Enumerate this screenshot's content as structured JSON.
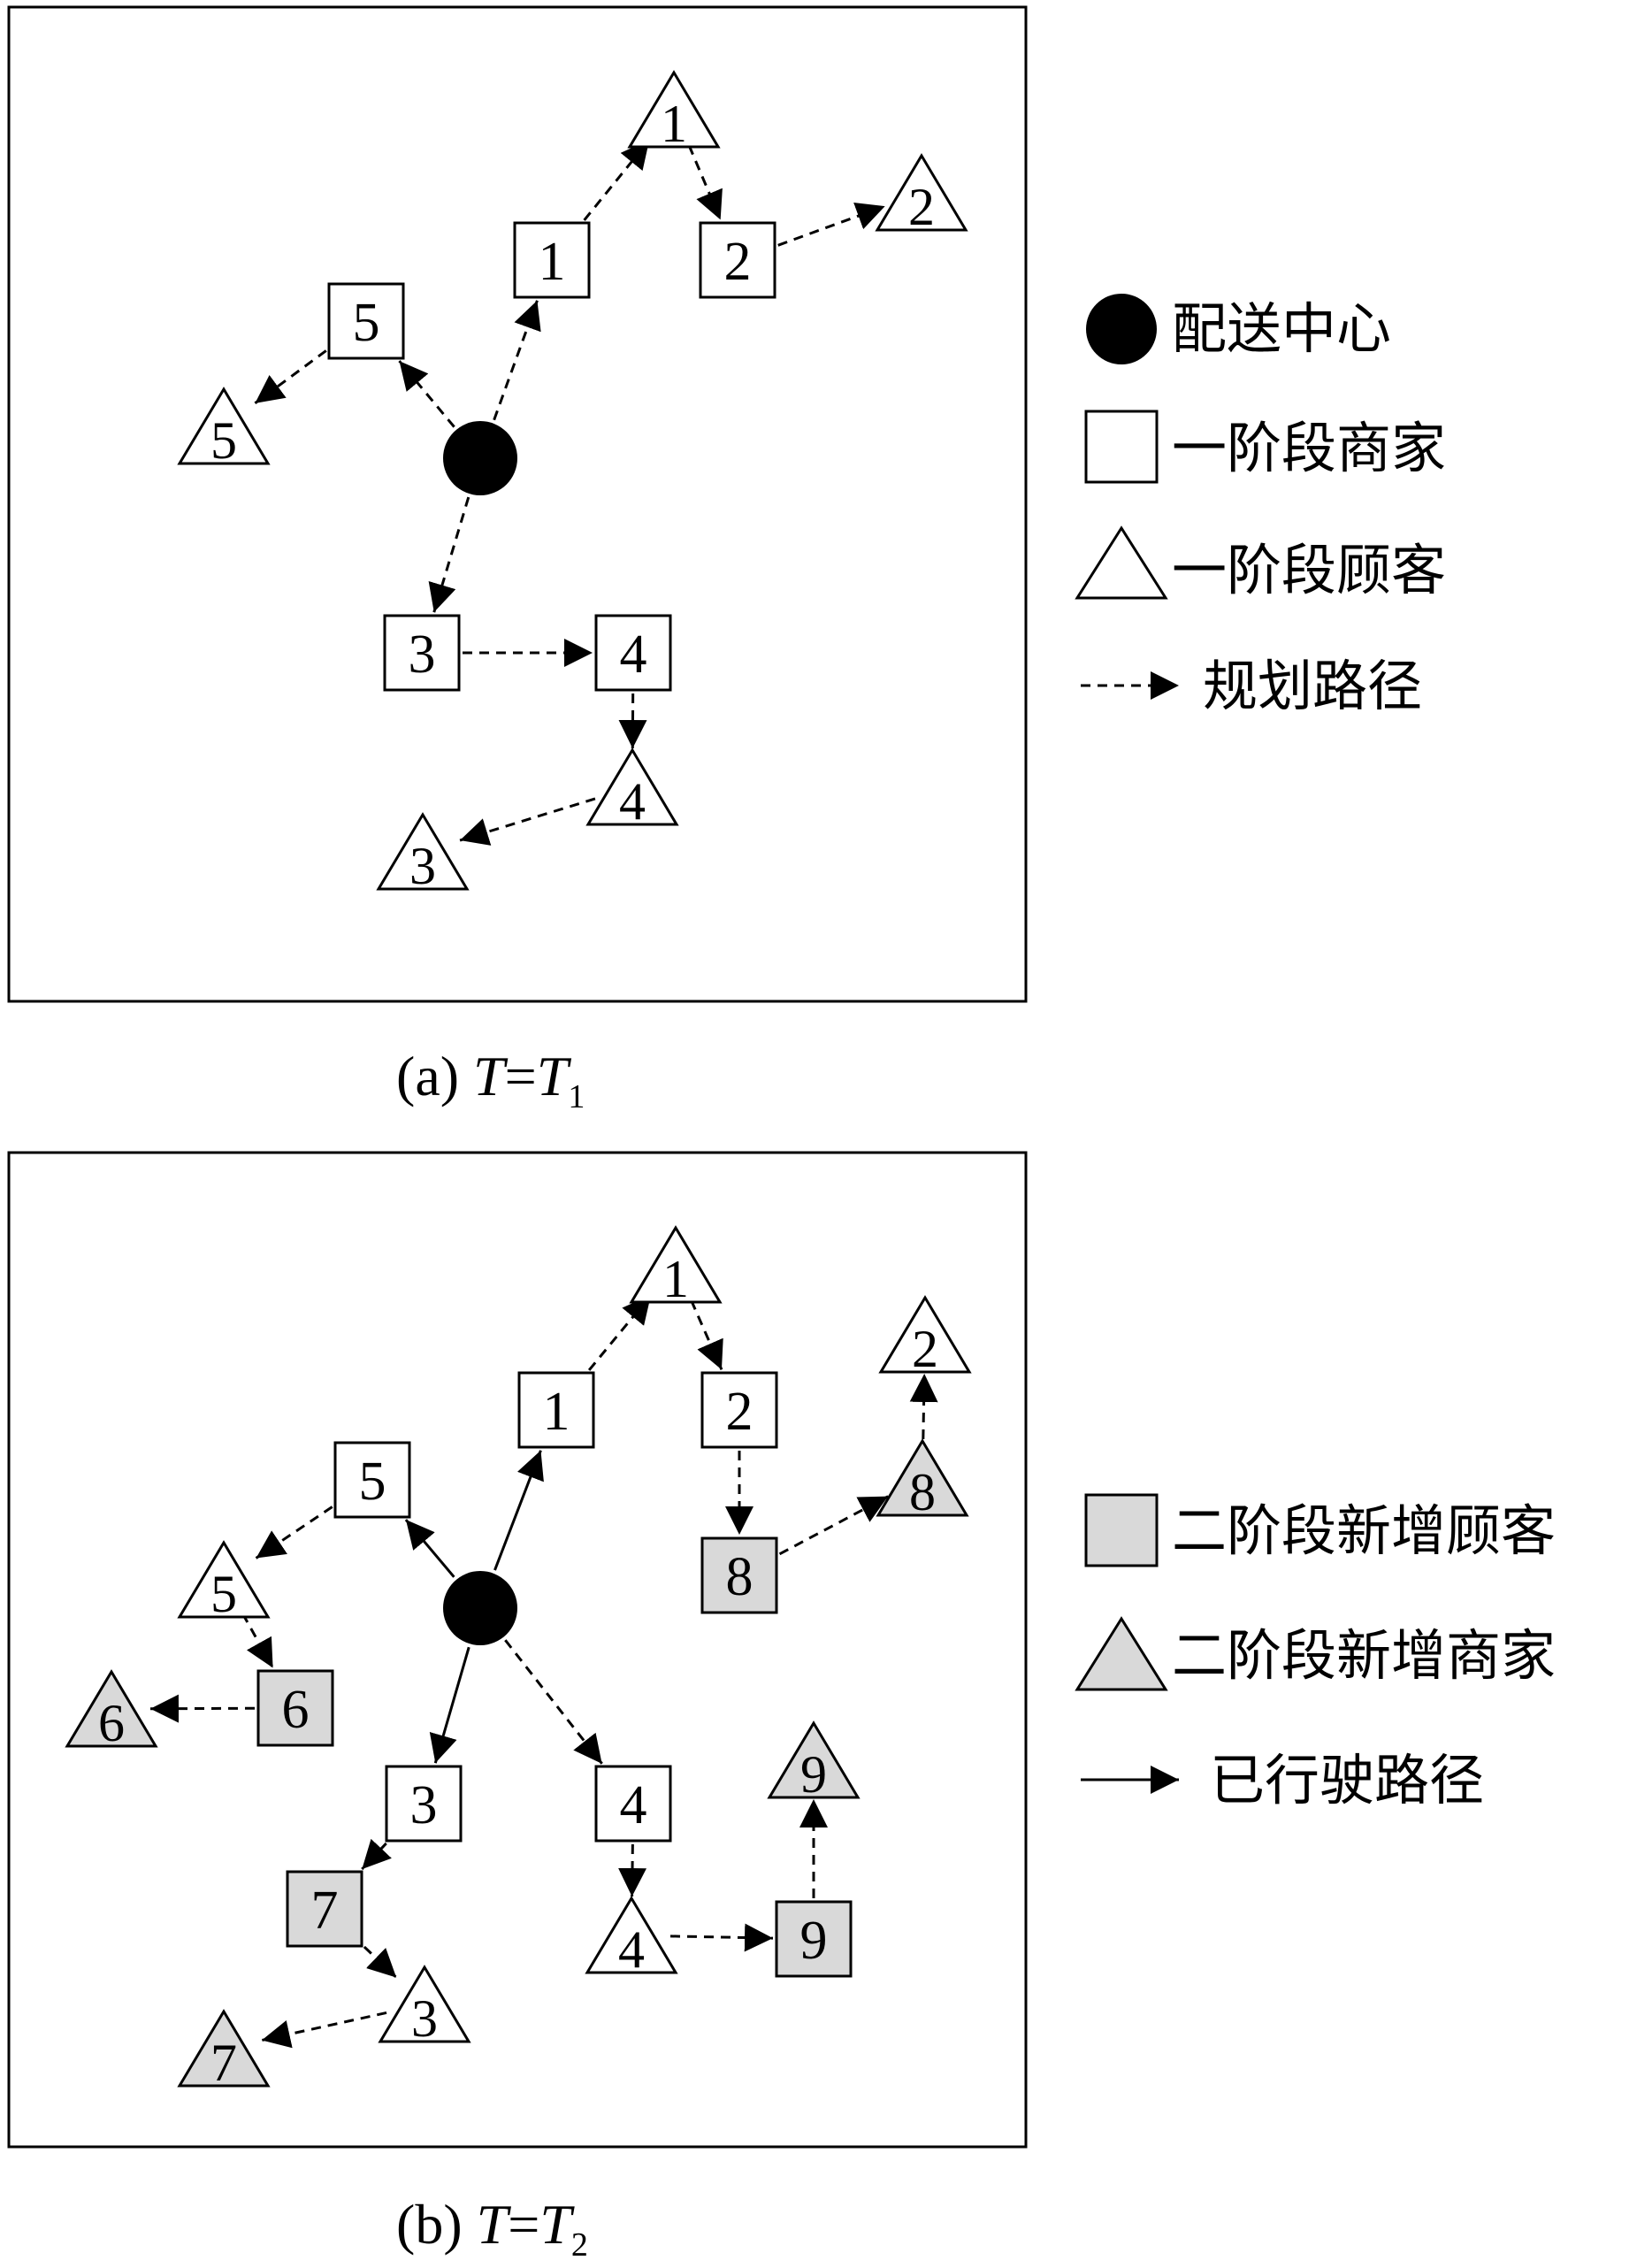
{
  "panels": [
    {
      "id": "a",
      "caption": {
        "prefix": "(a) ",
        "var": "T",
        "eq": "=",
        "sub_var": "T",
        "sub": "1"
      },
      "depot": {
        "label": ""
      },
      "merchants": [
        {
          "id": "1",
          "label": "1",
          "stage": 1
        },
        {
          "id": "2",
          "label": "2",
          "stage": 1
        },
        {
          "id": "3",
          "label": "3",
          "stage": 1
        },
        {
          "id": "4",
          "label": "4",
          "stage": 1
        },
        {
          "id": "5",
          "label": "5",
          "stage": 1
        }
      ],
      "customers": [
        {
          "id": "1",
          "label": "1",
          "stage": 1
        },
        {
          "id": "2",
          "label": "2",
          "stage": 1
        },
        {
          "id": "3",
          "label": "3",
          "stage": 1
        },
        {
          "id": "4",
          "label": "4",
          "stage": 1
        },
        {
          "id": "5",
          "label": "5",
          "stage": 1
        }
      ],
      "routes": [
        {
          "from": "depot",
          "to": "m1",
          "type": "planned"
        },
        {
          "from": "m1",
          "to": "c1",
          "type": "planned"
        },
        {
          "from": "c1",
          "to": "m2",
          "type": "planned"
        },
        {
          "from": "m2",
          "to": "c2",
          "type": "planned"
        },
        {
          "from": "depot",
          "to": "m5",
          "type": "planned"
        },
        {
          "from": "m5",
          "to": "c5",
          "type": "planned"
        },
        {
          "from": "depot",
          "to": "m3",
          "type": "planned"
        },
        {
          "from": "m3",
          "to": "m4",
          "type": "planned"
        },
        {
          "from": "m4",
          "to": "c4",
          "type": "planned"
        },
        {
          "from": "c4",
          "to": "c3",
          "type": "planned"
        }
      ],
      "legend": [
        {
          "symbol": "depot",
          "label": "配送中心"
        },
        {
          "symbol": "square-white",
          "label": "一阶段商家"
        },
        {
          "symbol": "triangle-white",
          "label": "一阶段顾客"
        },
        {
          "symbol": "dashed-arrow",
          "label": "规划路径"
        }
      ]
    },
    {
      "id": "b",
      "caption": {
        "prefix": "(b) ",
        "var": "T",
        "eq": "=",
        "sub_var": "T",
        "sub": "2"
      },
      "depot": {
        "label": ""
      },
      "merchants": [
        {
          "id": "1",
          "label": "1",
          "stage": 1
        },
        {
          "id": "2",
          "label": "2",
          "stage": 1
        },
        {
          "id": "3",
          "label": "3",
          "stage": 1
        },
        {
          "id": "4",
          "label": "4",
          "stage": 1
        },
        {
          "id": "5",
          "label": "5",
          "stage": 1
        },
        {
          "id": "6",
          "label": "6",
          "stage": 2
        },
        {
          "id": "7",
          "label": "7",
          "stage": 2
        },
        {
          "id": "8",
          "label": "8",
          "stage": 2
        },
        {
          "id": "9",
          "label": "9",
          "stage": 2
        }
      ],
      "customers": [
        {
          "id": "1",
          "label": "1",
          "stage": 1
        },
        {
          "id": "2",
          "label": "2",
          "stage": 1
        },
        {
          "id": "3",
          "label": "3",
          "stage": 1
        },
        {
          "id": "4",
          "label": "4",
          "stage": 1
        },
        {
          "id": "5",
          "label": "5",
          "stage": 1
        },
        {
          "id": "6",
          "label": "6",
          "stage": 2
        },
        {
          "id": "7",
          "label": "7",
          "stage": 2
        },
        {
          "id": "8",
          "label": "8",
          "stage": 2
        },
        {
          "id": "9",
          "label": "9",
          "stage": 2
        }
      ],
      "routes": [
        {
          "from": "depot",
          "to": "m1",
          "type": "traveled"
        },
        {
          "from": "m1",
          "to": "c1",
          "type": "planned"
        },
        {
          "from": "c1",
          "to": "m2",
          "type": "planned"
        },
        {
          "from": "m2",
          "to": "m8",
          "type": "planned"
        },
        {
          "from": "m8",
          "to": "c8",
          "type": "planned"
        },
        {
          "from": "c8",
          "to": "c2",
          "type": "planned"
        },
        {
          "from": "depot",
          "to": "m5",
          "type": "traveled"
        },
        {
          "from": "m5",
          "to": "c5",
          "type": "planned"
        },
        {
          "from": "c5",
          "to": "m6",
          "type": "planned"
        },
        {
          "from": "m6",
          "to": "c6",
          "type": "planned"
        },
        {
          "from": "depot",
          "to": "m3",
          "type": "traveled"
        },
        {
          "from": "m3",
          "to": "m7",
          "type": "planned"
        },
        {
          "from": "m7",
          "to": "c3",
          "type": "planned"
        },
        {
          "from": "c3",
          "to": "c7",
          "type": "planned"
        },
        {
          "from": "depot",
          "to": "m4",
          "type": "planned"
        },
        {
          "from": "m4",
          "to": "c4",
          "type": "planned"
        },
        {
          "from": "c4",
          "to": "m9",
          "type": "planned"
        },
        {
          "from": "m9",
          "to": "c9",
          "type": "planned"
        }
      ],
      "legend": [
        {
          "symbol": "square-gray",
          "label": "二阶段新增顾客"
        },
        {
          "symbol": "triangle-gray",
          "label": "二阶段新增商家"
        },
        {
          "symbol": "solid-arrow",
          "label": "已行驶路径"
        }
      ]
    }
  ],
  "colors": {
    "stage1_fill": "#ffffff",
    "stage2_fill": "#d9d9d9",
    "depot_fill": "#000000",
    "stroke": "#000000"
  }
}
